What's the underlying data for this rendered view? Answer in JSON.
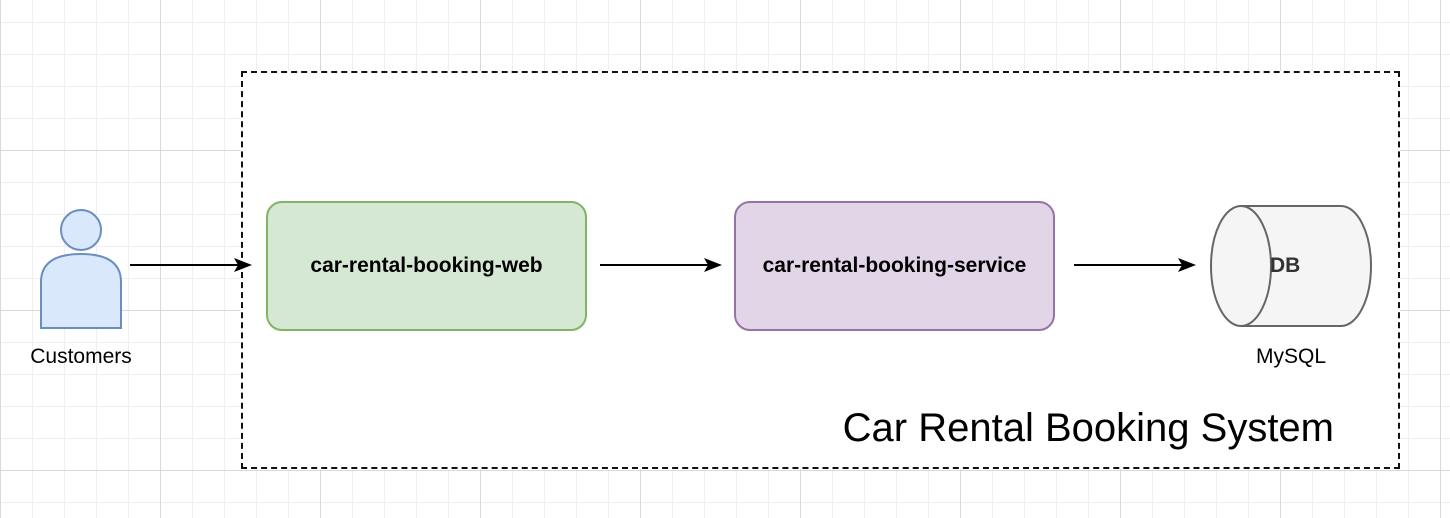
{
  "diagram": {
    "boundary_title": "Car Rental Booking System",
    "actor": {
      "label": "Customers",
      "icon": "person-icon"
    },
    "nodes": [
      {
        "label": "car-rental-booking-web",
        "fill": "#d5e8d4",
        "stroke": "#82b366"
      },
      {
        "label": "car-rental-booking-service",
        "fill": "#e1d5e7",
        "stroke": "#9673a6"
      }
    ],
    "database": {
      "inner_label": "DB",
      "label": "MySQL",
      "icon": "cylinder-db-icon",
      "fill": "#f5f5f5",
      "stroke": "#666666"
    },
    "actor_colors": {
      "fill": "#dae8fc",
      "stroke": "#6c8ebf"
    }
  }
}
